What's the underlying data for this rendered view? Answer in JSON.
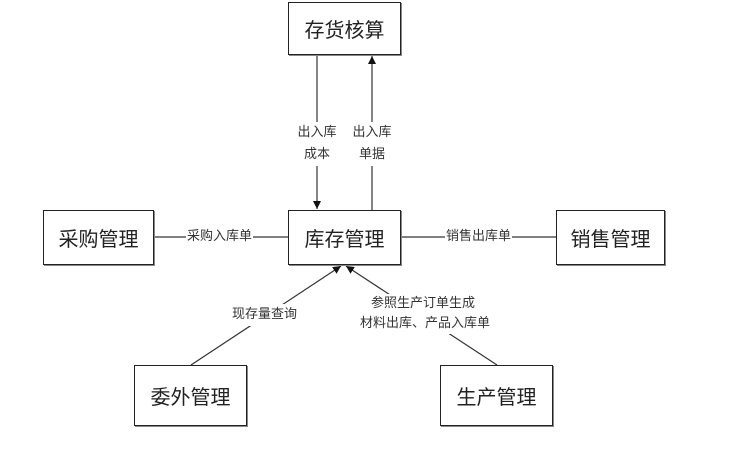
{
  "diagram": {
    "nodes": {
      "inventory_accounting": "存货核算",
      "inventory_management": "库存管理",
      "purchase_management": "采购管理",
      "sales_management": "销售管理",
      "outsourcing_management": "委外管理",
      "production_management": "生产管理"
    },
    "edges": {
      "cost_line1": "出入库",
      "cost_line2": "成本",
      "docs_line1": "出入库",
      "docs_line2": "单据",
      "purchase_receipt": "采购入库单",
      "sales_issue": "销售出库单",
      "stock_query": "现存量查询",
      "production_line1": "参照生产订单生成",
      "production_line2": "材料出库、产品入库单"
    }
  }
}
